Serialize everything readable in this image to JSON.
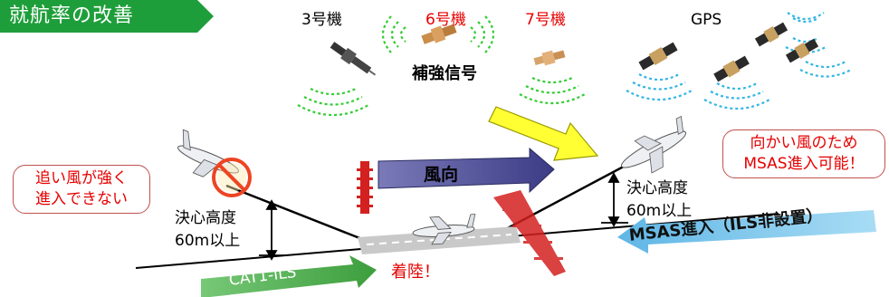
{
  "banner": {
    "text": "就航率の改善"
  },
  "satellites": {
    "sat3": "3号機",
    "sat6": "6号機",
    "sat7": "7号機",
    "gps": "GPS",
    "augmentation": "補強信号"
  },
  "wind": {
    "label": "風向"
  },
  "left_approach": {
    "callout_line1": "追い風が強く",
    "callout_line2": "進入できない",
    "decision_line1": "決心高度",
    "decision_line2": "60m以上",
    "method": "CAT1-ILS"
  },
  "right_approach": {
    "callout_line1": "向かい風のため",
    "callout_line2": "MSAS進入可能！",
    "decision_line1": "決心高度",
    "decision_line2": "60m以上",
    "method": "MSAS進入（ILS非設置）"
  },
  "landing": {
    "label": "着陸！"
  },
  "colors": {
    "banner": "#1e9e3a",
    "red_text": "#e60000",
    "green_signal": "#33cc33",
    "blue_signal": "#33b5e5",
    "yellow_arrow": "#ffff33",
    "wind_arrow": "#5a5aa0",
    "cat1_arrow": "#5cb85c",
    "msas_arrow": "#8fd0ee",
    "callout_border": "#c0504d"
  }
}
